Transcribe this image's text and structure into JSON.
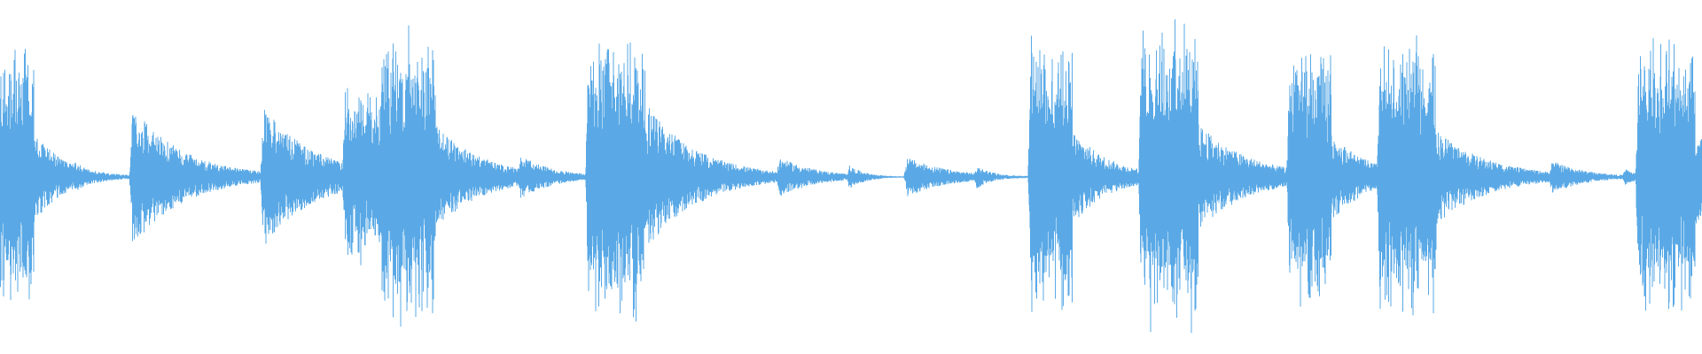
{
  "waveform": {
    "color": "#5aa9e6",
    "background": "#ffffff",
    "hits": [
      {
        "t": 0.0,
        "amp": 0.84,
        "decay": 0.018,
        "dense": 1
      },
      {
        "t": 0.044,
        "amp": 0.1,
        "decay": 0.01,
        "dense": 0
      },
      {
        "t": 0.078,
        "amp": 0.42,
        "decay": 0.03,
        "dense": 0
      },
      {
        "t": 0.116,
        "amp": 0.08,
        "decay": 0.01,
        "dense": 0
      },
      {
        "t": 0.155,
        "amp": 0.42,
        "decay": 0.03,
        "dense": 0
      },
      {
        "t": 0.198,
        "amp": 0.08,
        "decay": 0.01,
        "dense": 0
      },
      {
        "t": 0.203,
        "amp": 0.55,
        "decay": 0.02,
        "dense": 1
      },
      {
        "t": 0.225,
        "amp": 0.95,
        "decay": 0.028,
        "dense": 1
      },
      {
        "t": 0.27,
        "amp": 0.06,
        "decay": 0.04,
        "dense": 0
      },
      {
        "t": 0.306,
        "amp": 0.13,
        "decay": 0.02,
        "dense": 0
      },
      {
        "t": 0.346,
        "amp": 0.88,
        "decay": 0.03,
        "dense": 1
      },
      {
        "t": 0.381,
        "amp": 0.42,
        "decay": 0.03,
        "dense": 0
      },
      {
        "t": 0.418,
        "amp": 0.06,
        "decay": 0.015,
        "dense": 0
      },
      {
        "t": 0.458,
        "amp": 0.12,
        "decay": 0.022,
        "dense": 0
      },
      {
        "t": 0.499,
        "amp": 0.07,
        "decay": 0.01,
        "dense": 0
      },
      {
        "t": 0.533,
        "amp": 0.12,
        "decay": 0.025,
        "dense": 0
      },
      {
        "t": 0.574,
        "amp": 0.07,
        "decay": 0.01,
        "dense": 0
      },
      {
        "t": 0.606,
        "amp": 0.86,
        "decay": 0.022,
        "dense": 1
      },
      {
        "t": 0.645,
        "amp": 0.03,
        "decay": 0.01,
        "dense": 0
      },
      {
        "t": 0.671,
        "amp": 0.97,
        "decay": 0.03,
        "dense": 1
      },
      {
        "t": 0.723,
        "amp": 0.04,
        "decay": 0.01,
        "dense": 0
      },
      {
        "t": 0.758,
        "amp": 0.8,
        "decay": 0.022,
        "dense": 1
      },
      {
        "t": 0.788,
        "amp": 0.08,
        "decay": 0.008,
        "dense": 0
      },
      {
        "t": 0.811,
        "amp": 0.86,
        "decay": 0.03,
        "dense": 1
      },
      {
        "t": 0.866,
        "amp": 0.08,
        "decay": 0.012,
        "dense": 0
      },
      {
        "t": 0.888,
        "amp": 0.05,
        "decay": 0.01,
        "dense": 0
      },
      {
        "t": 0.912,
        "amp": 0.1,
        "decay": 0.02,
        "dense": 0
      },
      {
        "t": 0.955,
        "amp": 0.05,
        "decay": 0.008,
        "dense": 0
      },
      {
        "t": 0.963,
        "amp": 0.88,
        "decay": 0.03,
        "dense": 1
      }
    ]
  }
}
